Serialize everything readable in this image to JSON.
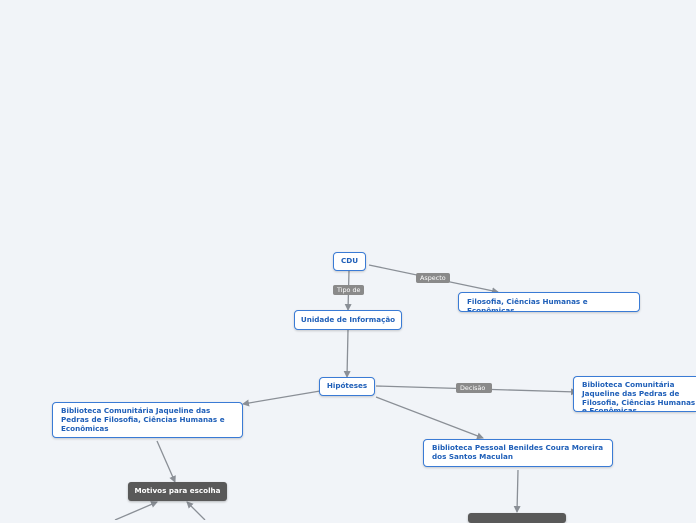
{
  "nodes": {
    "cdu": "CDU",
    "filosofia": "Filosofia, Ciências Humanas e Econômicas",
    "unidade": "Unidade de Informação",
    "hipoteses": "Hipóteses",
    "jaqueline_right": "Biblioteca Comunitária Jaqueline das Pedras de Filosofia, Ciências Humanas e Econômicas",
    "jaqueline_left": "Biblioteca Comunitária Jaqueline das Pedras de Filosofia, Ciências Humanas e Econômicas",
    "benildes": "Biblioteca Pessoal Benildes Coura Moreira dos Santos Maculan",
    "motivos": "Motivos para escolha"
  },
  "edge_labels": {
    "aspecto": "Aspecto",
    "tipo_de": "Tipo de",
    "decisao": "Decisão"
  },
  "colors": {
    "background": "#f1f4f8",
    "node_border": "#3a7bd5",
    "node_text": "#1f5fb8",
    "dark_node": "#595959",
    "edge": "#8a8f96",
    "edge_label": "#8a8a8a"
  }
}
